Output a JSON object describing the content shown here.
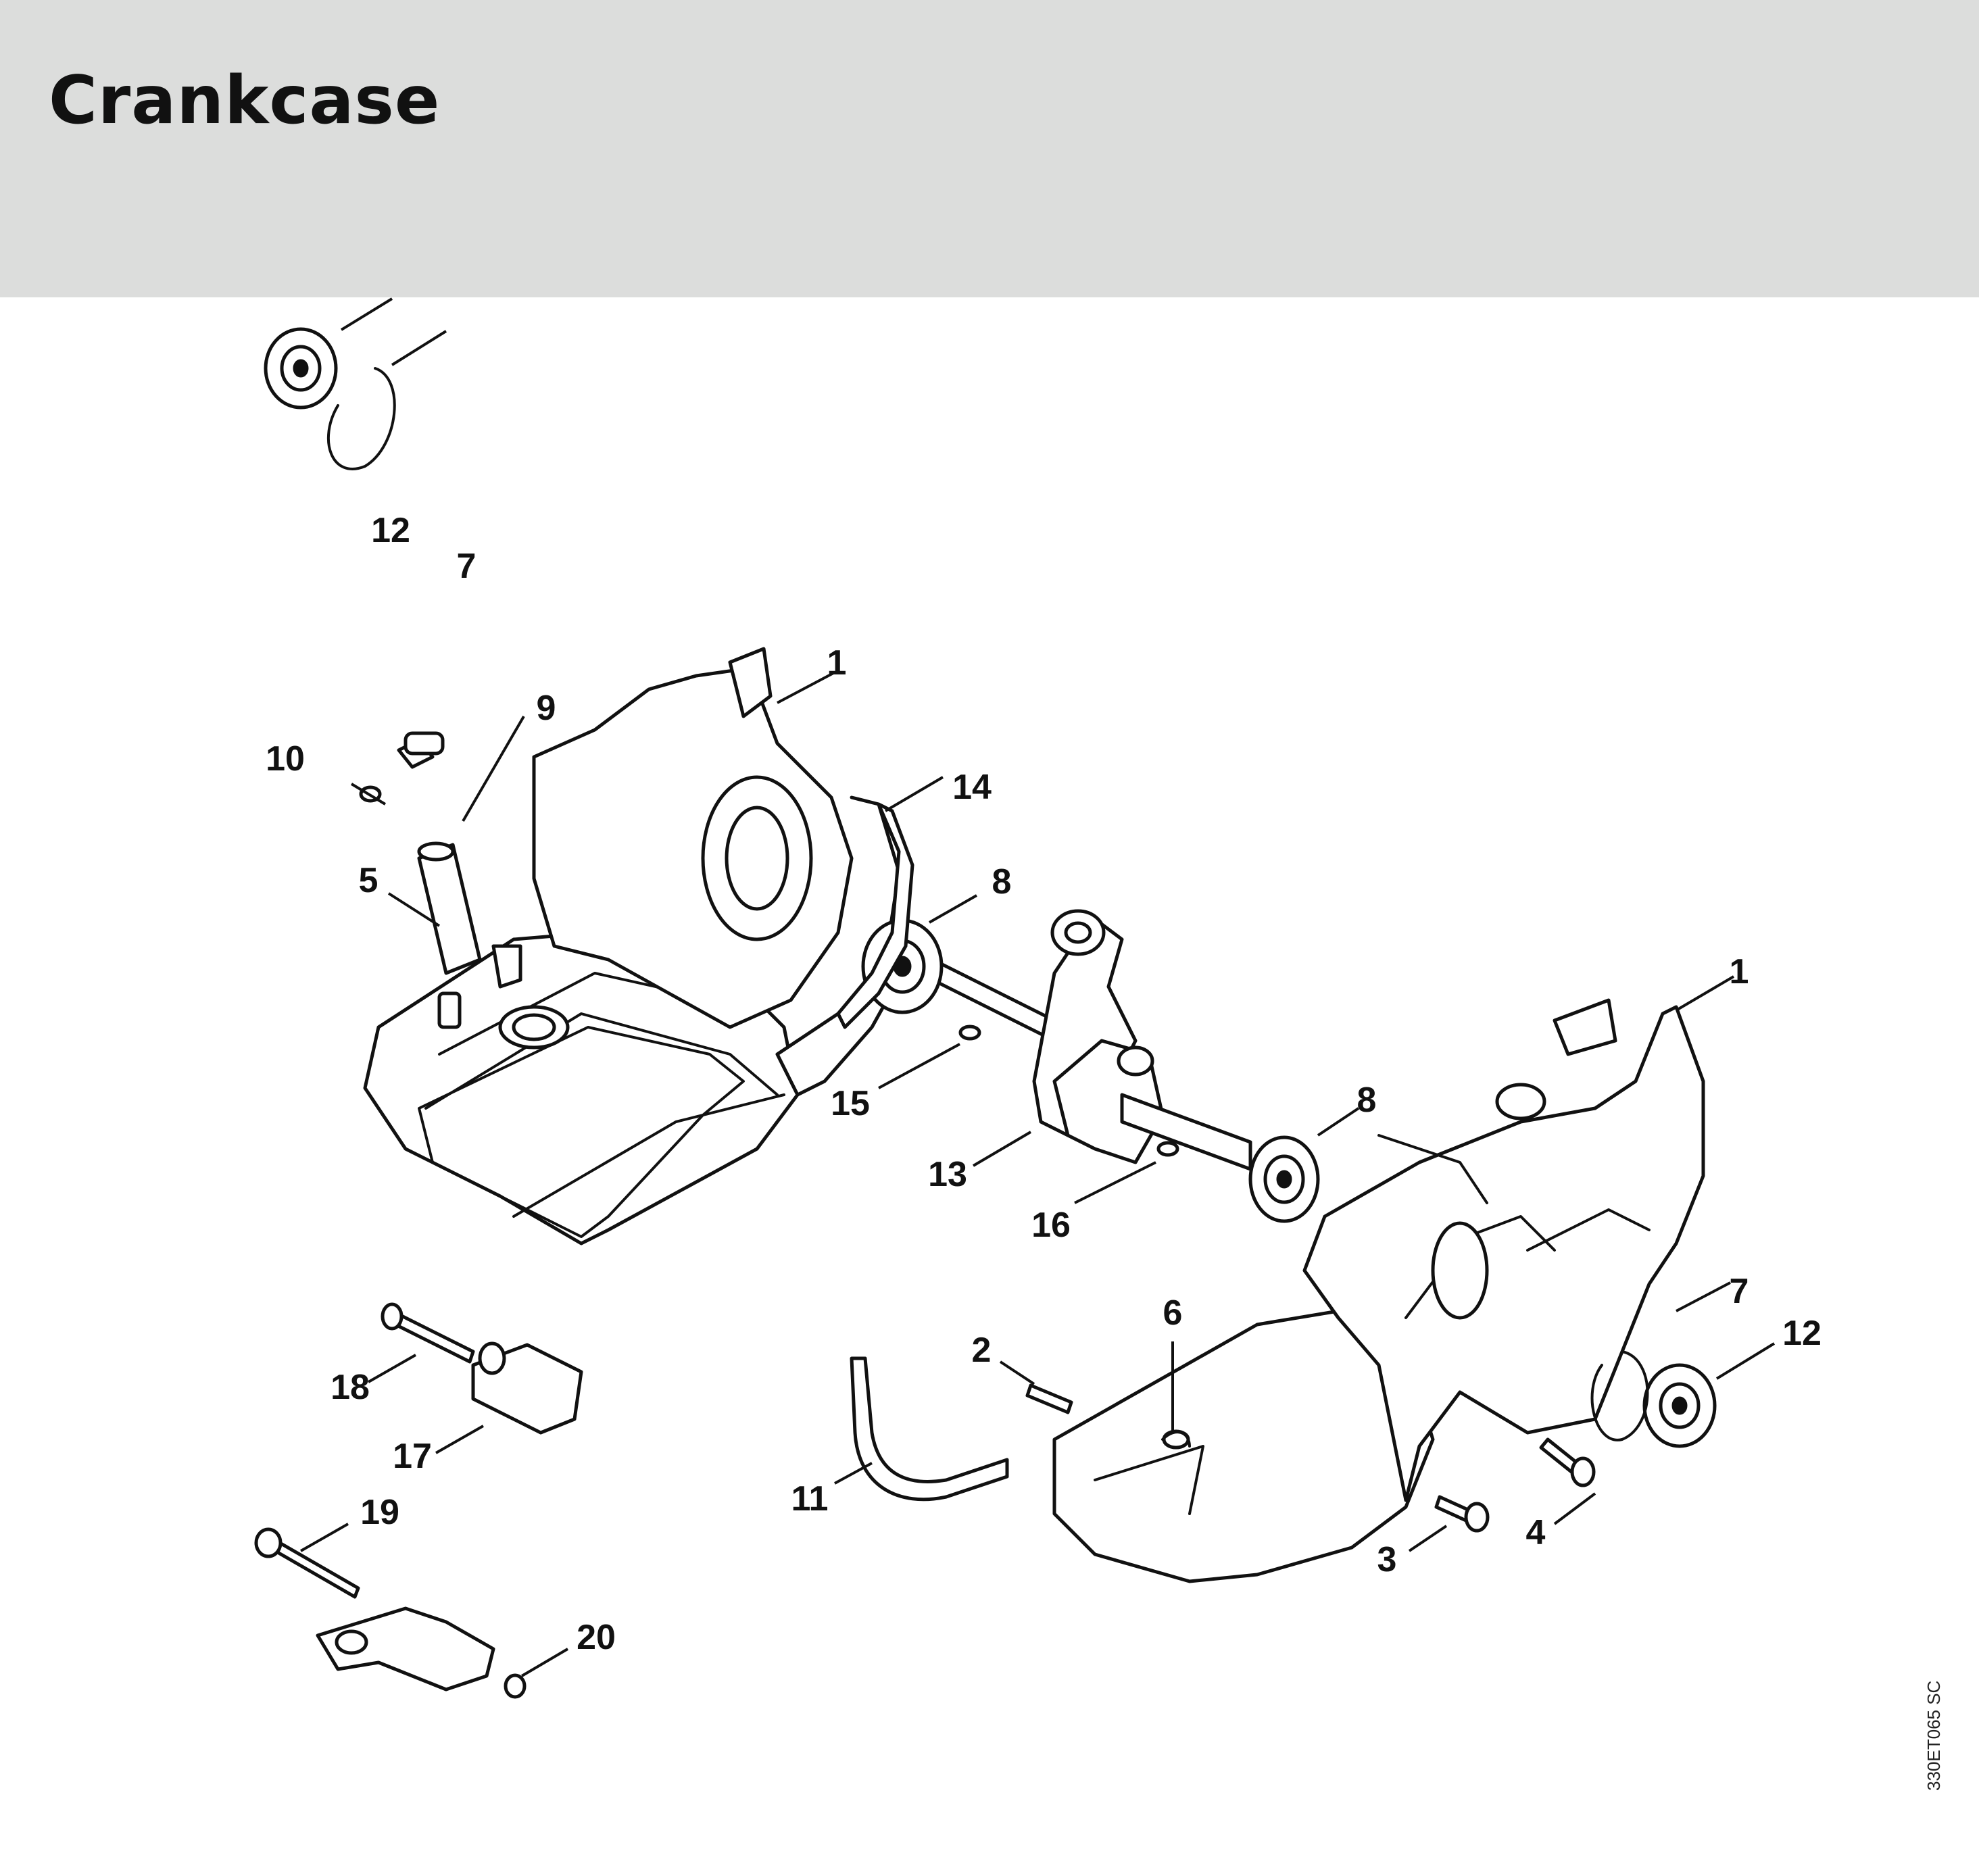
{
  "header": {
    "title": "Crankcase"
  },
  "doc_code": "330ET065 SC",
  "callouts": [
    {
      "key": "c12a",
      "text": "12"
    },
    {
      "key": "c7a",
      "text": "7"
    },
    {
      "key": "c1a",
      "text": "1"
    },
    {
      "key": "c9",
      "text": "9"
    },
    {
      "key": "c10",
      "text": "10"
    },
    {
      "key": "c14",
      "text": "14"
    },
    {
      "key": "c5",
      "text": "5"
    },
    {
      "key": "c8a",
      "text": "8"
    },
    {
      "key": "c1b",
      "text": "1"
    },
    {
      "key": "c15",
      "text": "15"
    },
    {
      "key": "c8b",
      "text": "8"
    },
    {
      "key": "c13",
      "text": "13"
    },
    {
      "key": "c16",
      "text": "16"
    },
    {
      "key": "c6",
      "text": "6"
    },
    {
      "key": "c7b",
      "text": "7"
    },
    {
      "key": "c2",
      "text": "2"
    },
    {
      "key": "c12b",
      "text": "12"
    },
    {
      "key": "c18",
      "text": "18"
    },
    {
      "key": "c17",
      "text": "17"
    },
    {
      "key": "c11",
      "text": "11"
    },
    {
      "key": "c4",
      "text": "4"
    },
    {
      "key": "c3",
      "text": "3"
    },
    {
      "key": "c19",
      "text": "19"
    },
    {
      "key": "c20",
      "text": "20"
    }
  ]
}
